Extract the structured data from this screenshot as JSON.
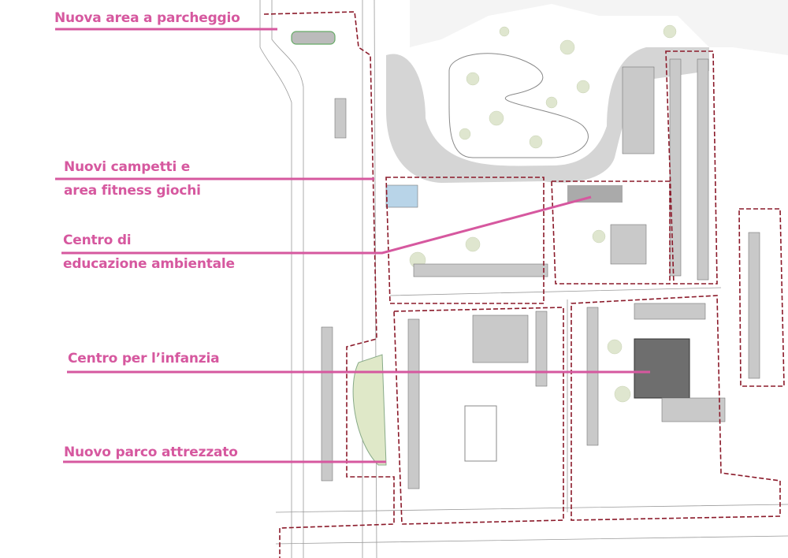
{
  "map": {
    "annotation_color": "#d6589f",
    "boundary_color": "#8b1a2a",
    "labels": [
      {
        "id": "parcheggio",
        "text": "Nuova area a parcheggio"
      },
      {
        "id": "campetti",
        "line1": "Nuovi campetti e",
        "line2": "area fitness giochi"
      },
      {
        "id": "educazione",
        "line1": "Centro di",
        "line2": "educazione ambientale"
      },
      {
        "id": "infanzia",
        "text": "Centro per l’infanzia"
      },
      {
        "id": "parco",
        "text": "Nuovo parco attrezzato"
      }
    ]
  }
}
